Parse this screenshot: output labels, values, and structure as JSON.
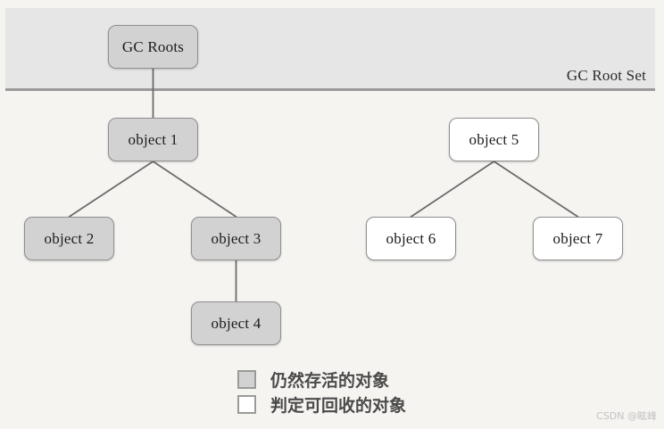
{
  "diagram": {
    "root_set": {
      "label": "GC Root Set"
    },
    "nodes": [
      {
        "id": "gcroots",
        "label": "GC Roots",
        "state": "alive"
      },
      {
        "id": "object1",
        "label": "object 1",
        "state": "alive"
      },
      {
        "id": "object2",
        "label": "object 2",
        "state": "alive"
      },
      {
        "id": "object3",
        "label": "object 3",
        "state": "alive"
      },
      {
        "id": "object4",
        "label": "object 4",
        "state": "alive"
      },
      {
        "id": "object5",
        "label": "object 5",
        "state": "dead"
      },
      {
        "id": "object6",
        "label": "object 6",
        "state": "dead"
      },
      {
        "id": "object7",
        "label": "object 7",
        "state": "dead"
      }
    ],
    "edges": [
      {
        "from": "gcroots",
        "to": "object1"
      },
      {
        "from": "object1",
        "to": "object2"
      },
      {
        "from": "object1",
        "to": "object3"
      },
      {
        "from": "object3",
        "to": "object4"
      },
      {
        "from": "object5",
        "to": "object6"
      },
      {
        "from": "object5",
        "to": "object7"
      }
    ],
    "legend": [
      {
        "swatch": "alive",
        "label": "仍然存活的对象"
      },
      {
        "swatch": "dead",
        "label": "判定可回收的对象"
      }
    ],
    "colors": {
      "alive_fill": "#d2d2d2",
      "dead_fill": "#ffffff",
      "node_border": "#8f8f8f",
      "band_fill": "#e6e6e6",
      "band_border": "#9a9a9a",
      "page_background": "#f6f4f1",
      "edge_stroke": "#6b6b6b"
    }
  },
  "watermark": {
    "text": "CSDN @眩峰"
  }
}
